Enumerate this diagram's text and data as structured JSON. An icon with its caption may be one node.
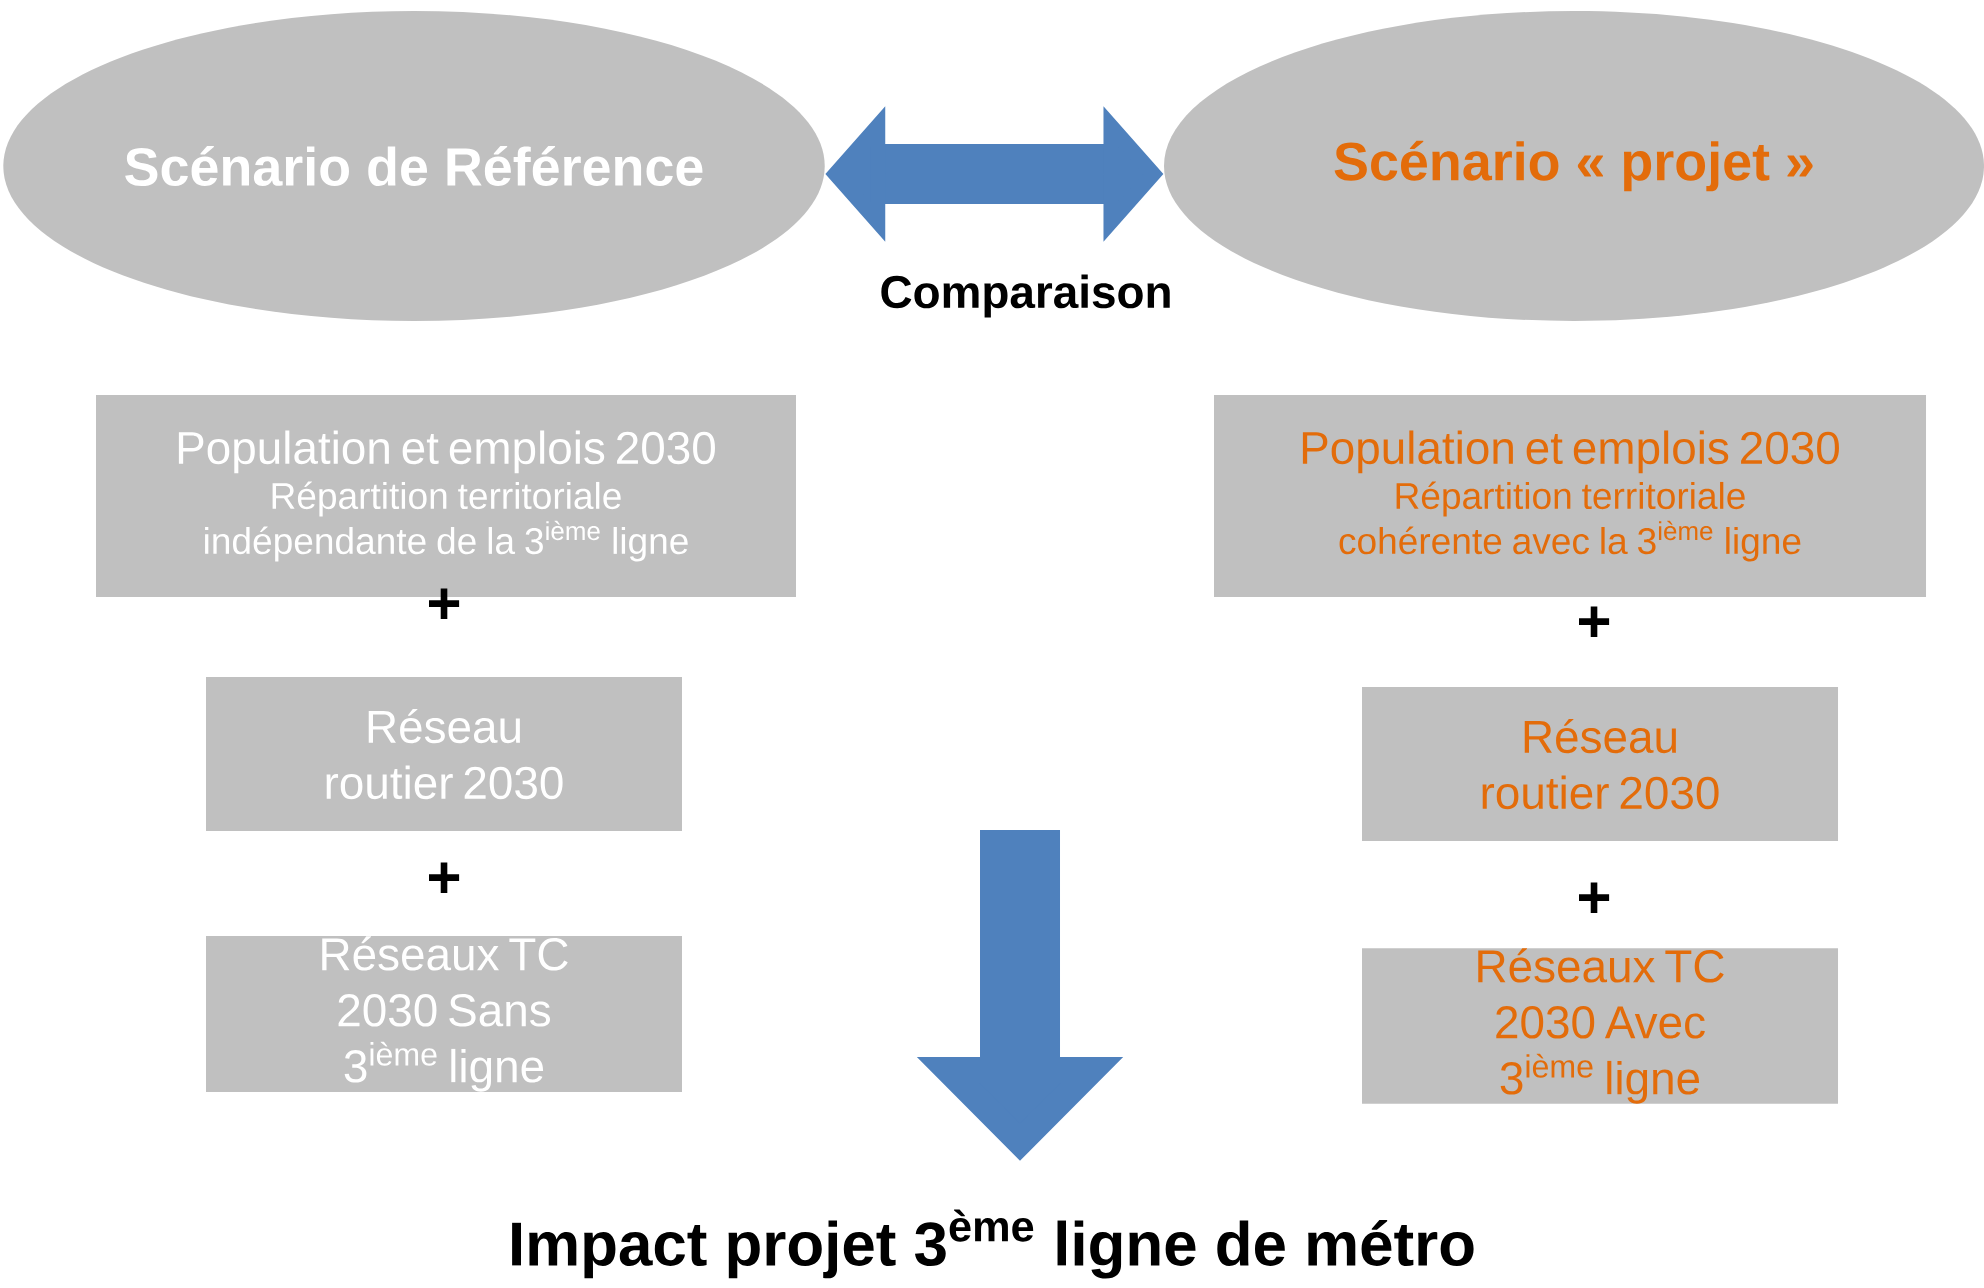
{
  "diagram": {
    "nodes": [
      {
        "text": [
          "Scénario de Référence"
        ]
      },
      {
        "text": [
          "Scénario « projet »"
        ]
      },
      {
        "text": [
          "Population et emplois 2030",
          "Répartition territoriale indépendante de la 3$^{ième}$ ligne"
        ]
      },
      {
        "text": [
          "Réseau routier 2030"
        ]
      },
      {
        "text": [
          "Réseaux TC 2030 Sans 3$^{ième}$ ligne"
        ]
      },
      {
        "text": [
          "Population et emplois 2030",
          "Répartition territoriale cohérente avec la 3$^{ième}$ ligne"
        ]
      },
      {
        "text": [
          "Réseau routier 2030"
        ]
      },
      {
        "text": [
          "Réseaux TC 2030 Avec 3$^{ième}$ ligne"
        ]
      },
      {
        "text": [
          "Impact projet 3$^{ème}$ ligne de métro"
        ]
      }
    ],
    "edges": [
      {
        "from": 0,
        "to": 1,
        "arrow": "both",
        "label": "Comparaison"
      },
      {
        "from": null,
        "to": 8,
        "arrow": "to"
      }
    ],
    "labels": [
      "+",
      "+",
      "+",
      "+"
    ]
  }
}
